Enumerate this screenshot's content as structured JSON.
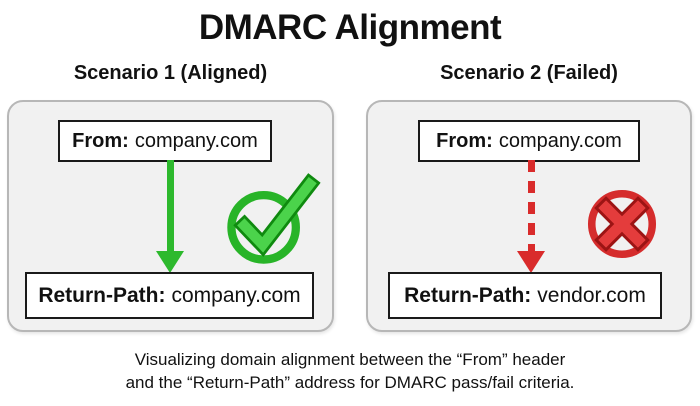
{
  "title": "DMARC Alignment",
  "scenarios": [
    {
      "heading": "Scenario 1 (Aligned)",
      "from_label": "From:",
      "from_value": "company.com",
      "return_label": "Return-Path:",
      "return_value": "company.com",
      "arrow_style": "solid",
      "result_icon": "check-circle-icon",
      "accent_color": "#2db92d"
    },
    {
      "heading": "Scenario 2 (Failed)",
      "from_label": "From:",
      "from_value": "company.com",
      "return_label": "Return-Path:",
      "return_value": "vendor.com",
      "arrow_style": "dashed",
      "result_icon": "x-circle-icon",
      "accent_color": "#d92b2b"
    }
  ],
  "caption": {
    "line1": "Visualizing domain alignment between the “From” header",
    "line2": "and the “Return-Path” address for DMARC pass/fail criteria."
  },
  "colors": {
    "pass_green": "#2db92d",
    "pass_green_light": "#4bd34b",
    "pass_green_dark": "#0f8a0f",
    "fail_red": "#d92b2b",
    "fail_red_light": "#e43c3c",
    "fail_red_dark": "#9c1414",
    "panel_background": "#f1f1f1",
    "panel_border": "#b7b7b7",
    "box_border": "#1a1a1a",
    "text": "#111111"
  }
}
